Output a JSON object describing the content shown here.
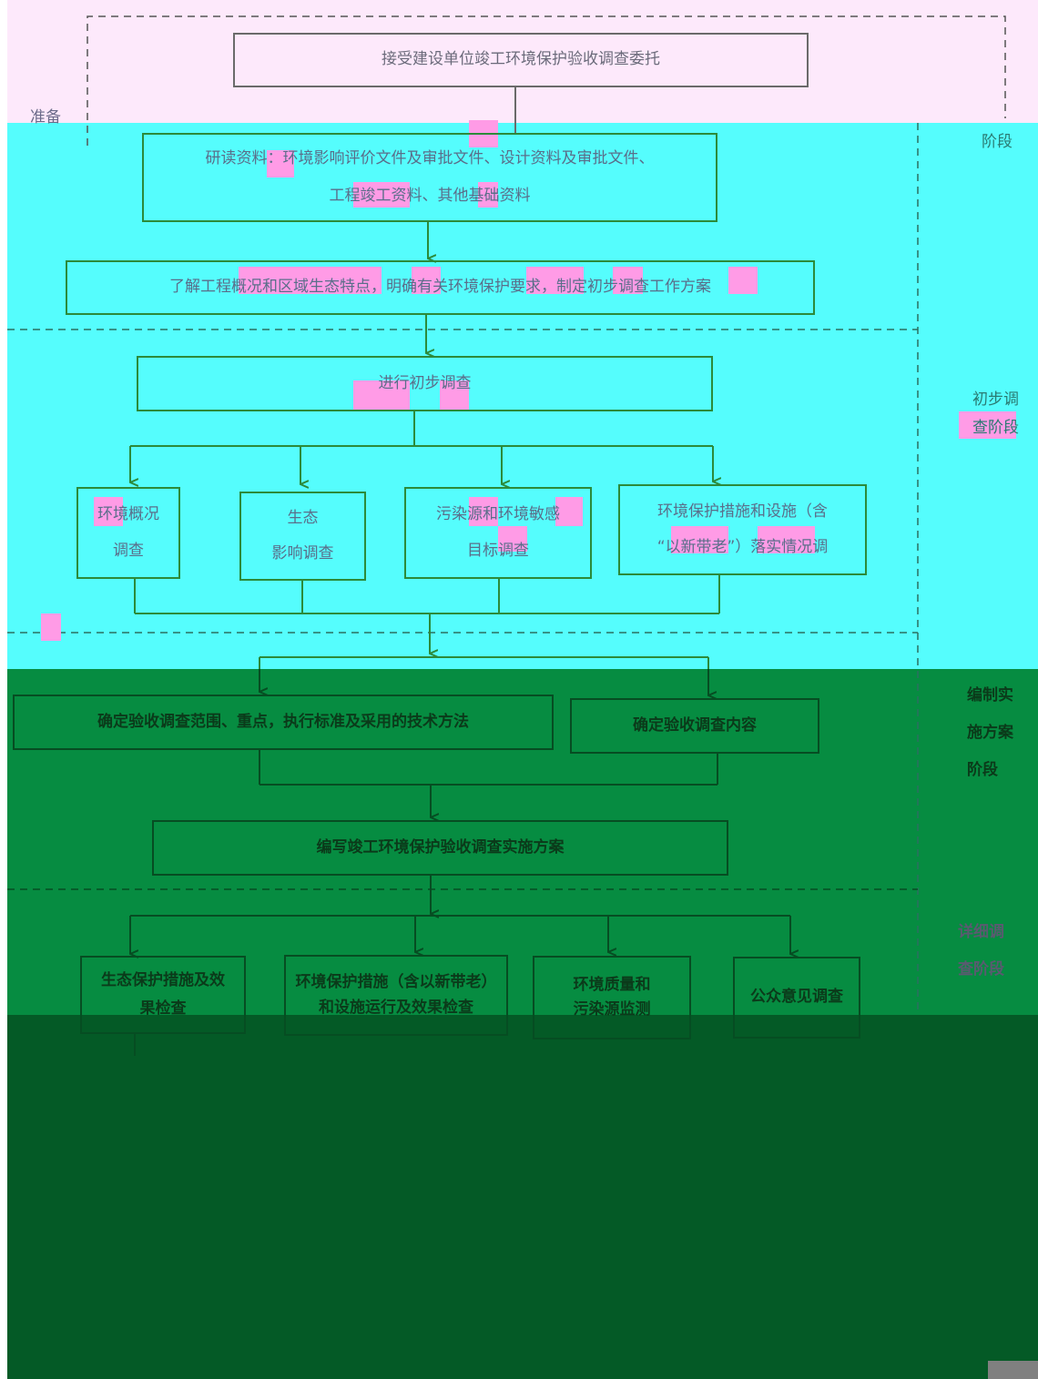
{
  "colors": {
    "pink_band": "#fde9fb",
    "cyan_band": "#55fdfd",
    "green_band": "#068c41",
    "dark_band": "#045a26",
    "highlight": "#ff9be6",
    "box_border": "#2c8a3a"
  },
  "stages": {
    "prep_a": "准备",
    "prep_b": "阶段",
    "prelim": "初步调\n查阶段",
    "plan": "编制实\n施方案\n阶段",
    "detail": "详细调\n查阶段"
  },
  "boxes": {
    "accept": "接受建设单位竣工环境保护验收调查委托",
    "study_line1": "研读资料：环境影响评价文件及审批文件、设计资料及审批文件、",
    "study_line2": "工程竣工资料、其他基础资料",
    "understand": "了解工程概况和区域生态特点，明确有关环境保护要求，制定初步调查工作方案",
    "prelim_survey": "进行初步调查",
    "env_overview_1": "环境概况",
    "env_overview_2": "调查",
    "eco_impact_1": "生态",
    "eco_impact_2": "影响调查",
    "pollution_1": "污染源和环境敏感",
    "pollution_2": "目标调查",
    "measures_1": "环境保护措施和设施（含",
    "measures_2": "“以新带老”）落实情况调",
    "scope": "确定验收调查范围、重点，执行标准及采用的技术方法",
    "content": "确定验收调查内容",
    "write_plan": "编写竣工环境保护验收调查实施方案",
    "eco_protect_1": "生态保护措施及效",
    "eco_protect_2": "果检查",
    "env_facility_1": "环境保护措施（含以新带老）",
    "env_facility_2": "和设施运行及效果检查",
    "quality_1": "环境质量和",
    "quality_2": "污染源监测",
    "public": "公众意见调查"
  }
}
